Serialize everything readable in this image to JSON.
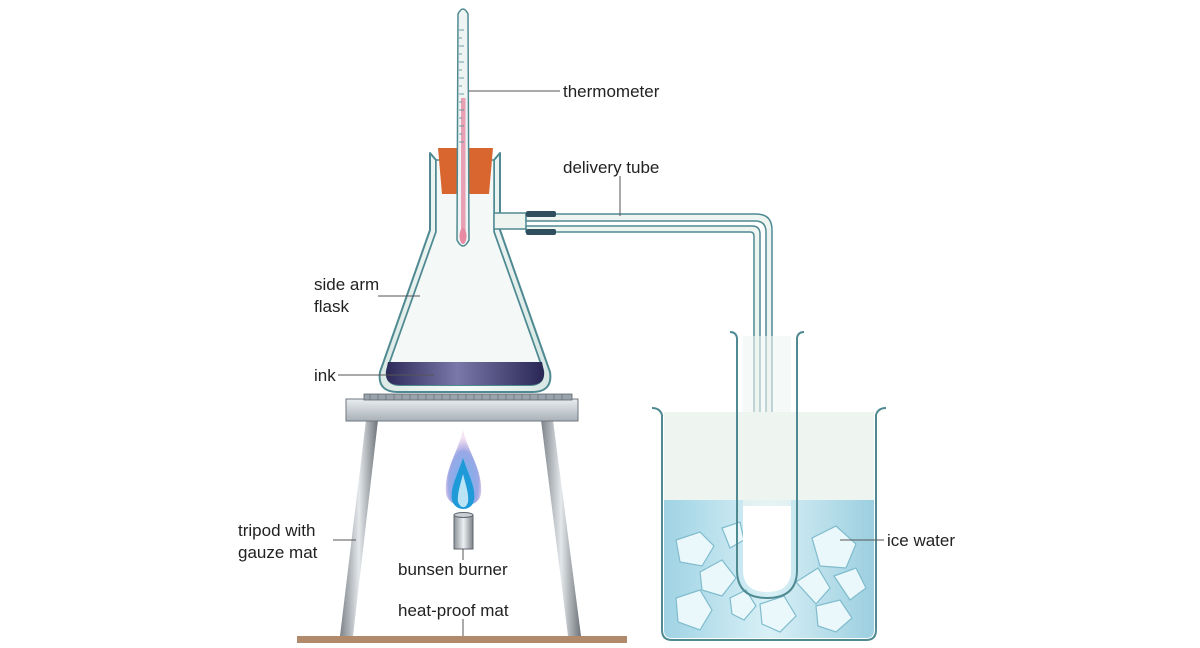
{
  "labels": {
    "thermometer": "thermometer",
    "delivery_tube": "delivery tube",
    "side_arm_flask_line1": "side arm",
    "side_arm_flask_line2": "flask",
    "ink": "ink",
    "tripod_line1": "tripod with",
    "tripod_line2": "gauze mat",
    "bunsen_burner": "bunsen burner",
    "heat_proof_mat": "heat-proof mat",
    "ice_water": "ice water"
  },
  "colors": {
    "glass_fill": "#eef5f1",
    "glass_edge": "#4f8a92",
    "stopper": "#d9652f",
    "ink": "#3d3870",
    "thermometer_liquid": "#e8a0b4",
    "ice_water": "#bfe4ef",
    "mat": "#b08a6a",
    "flame_outer": "#8fa6e8",
    "flame_inner": "#1e9ad8",
    "distillate": "#ffffff"
  }
}
